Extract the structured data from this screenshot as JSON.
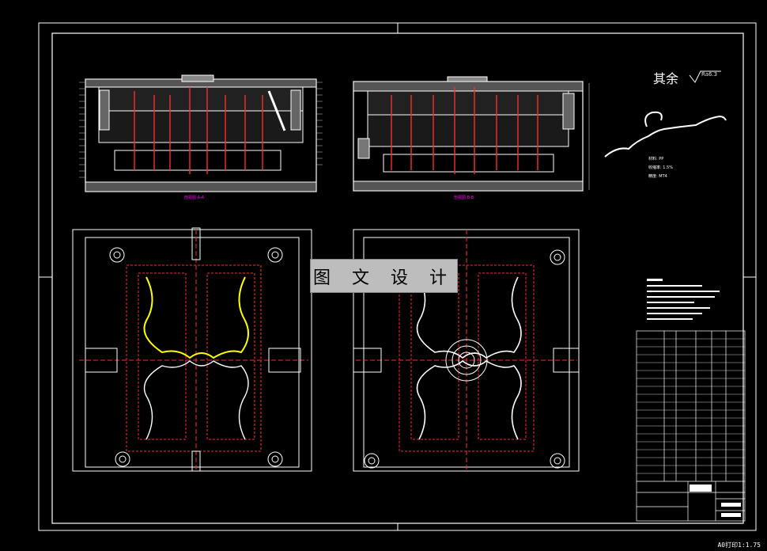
{
  "overlay": {
    "label": "图 文 设 计"
  },
  "surface_finish": {
    "text": "其余",
    "roughness": "Ra6.3"
  },
  "part_notes": [
    "材料: PP",
    "收缩率: 1.5%",
    "精度: MT4"
  ],
  "section_titles": [
    "剖视图 A-A",
    "剖视图 B-B"
  ],
  "scale_note": "A0打印1:1.75",
  "colors": {
    "background": "#000000",
    "lines": "#ffffff",
    "dimension": "#e8e8e8",
    "red": "#ff2a2a",
    "yellow": "#ffff00",
    "magenta": "#ff00ff",
    "overlay_bg": "#bdbdbd"
  }
}
